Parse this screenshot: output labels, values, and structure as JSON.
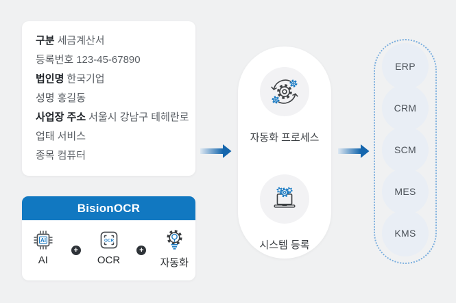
{
  "document_card": {
    "lines": [
      {
        "label": "구분",
        "value": "세금계산서"
      },
      {
        "label": "등록번호",
        "value": "123-45-67890"
      },
      {
        "label": "법인명",
        "value": "한국기업"
      },
      {
        "label": "성명",
        "value": "홍길동"
      },
      {
        "label": "사업장 주소",
        "value": "서울시 강남구 테헤란로"
      },
      {
        "label": "업태",
        "value": "서비스"
      },
      {
        "label": "종목",
        "value": "컴퓨터"
      }
    ]
  },
  "product_card": {
    "title": "BisionOCR",
    "plus": "+",
    "features": [
      {
        "label": "AI",
        "icon": "ai-chip-icon",
        "icon_text": "AI"
      },
      {
        "label": "OCR",
        "icon": "ocr-frame-icon",
        "icon_text": "OCR"
      },
      {
        "label": "자동화",
        "icon": "automation-bulb-gear-icon"
      }
    ]
  },
  "process_panel": {
    "steps": [
      {
        "label": "자동화 프로세스",
        "icon": "sync-gears-icon"
      },
      {
        "label": "시스템 등록",
        "icon": "laptop-gears-icon"
      }
    ]
  },
  "systems_panel": {
    "items": [
      "ERP",
      "CRM",
      "SCM",
      "MES",
      "KMS"
    ]
  },
  "colors": {
    "page_background": "#f0f1f2",
    "header_blue": "#1178c1",
    "icon_blue": "#1c7cc4",
    "arrow_blue": "#1566ad",
    "dotted_border": "#7aaede"
  }
}
